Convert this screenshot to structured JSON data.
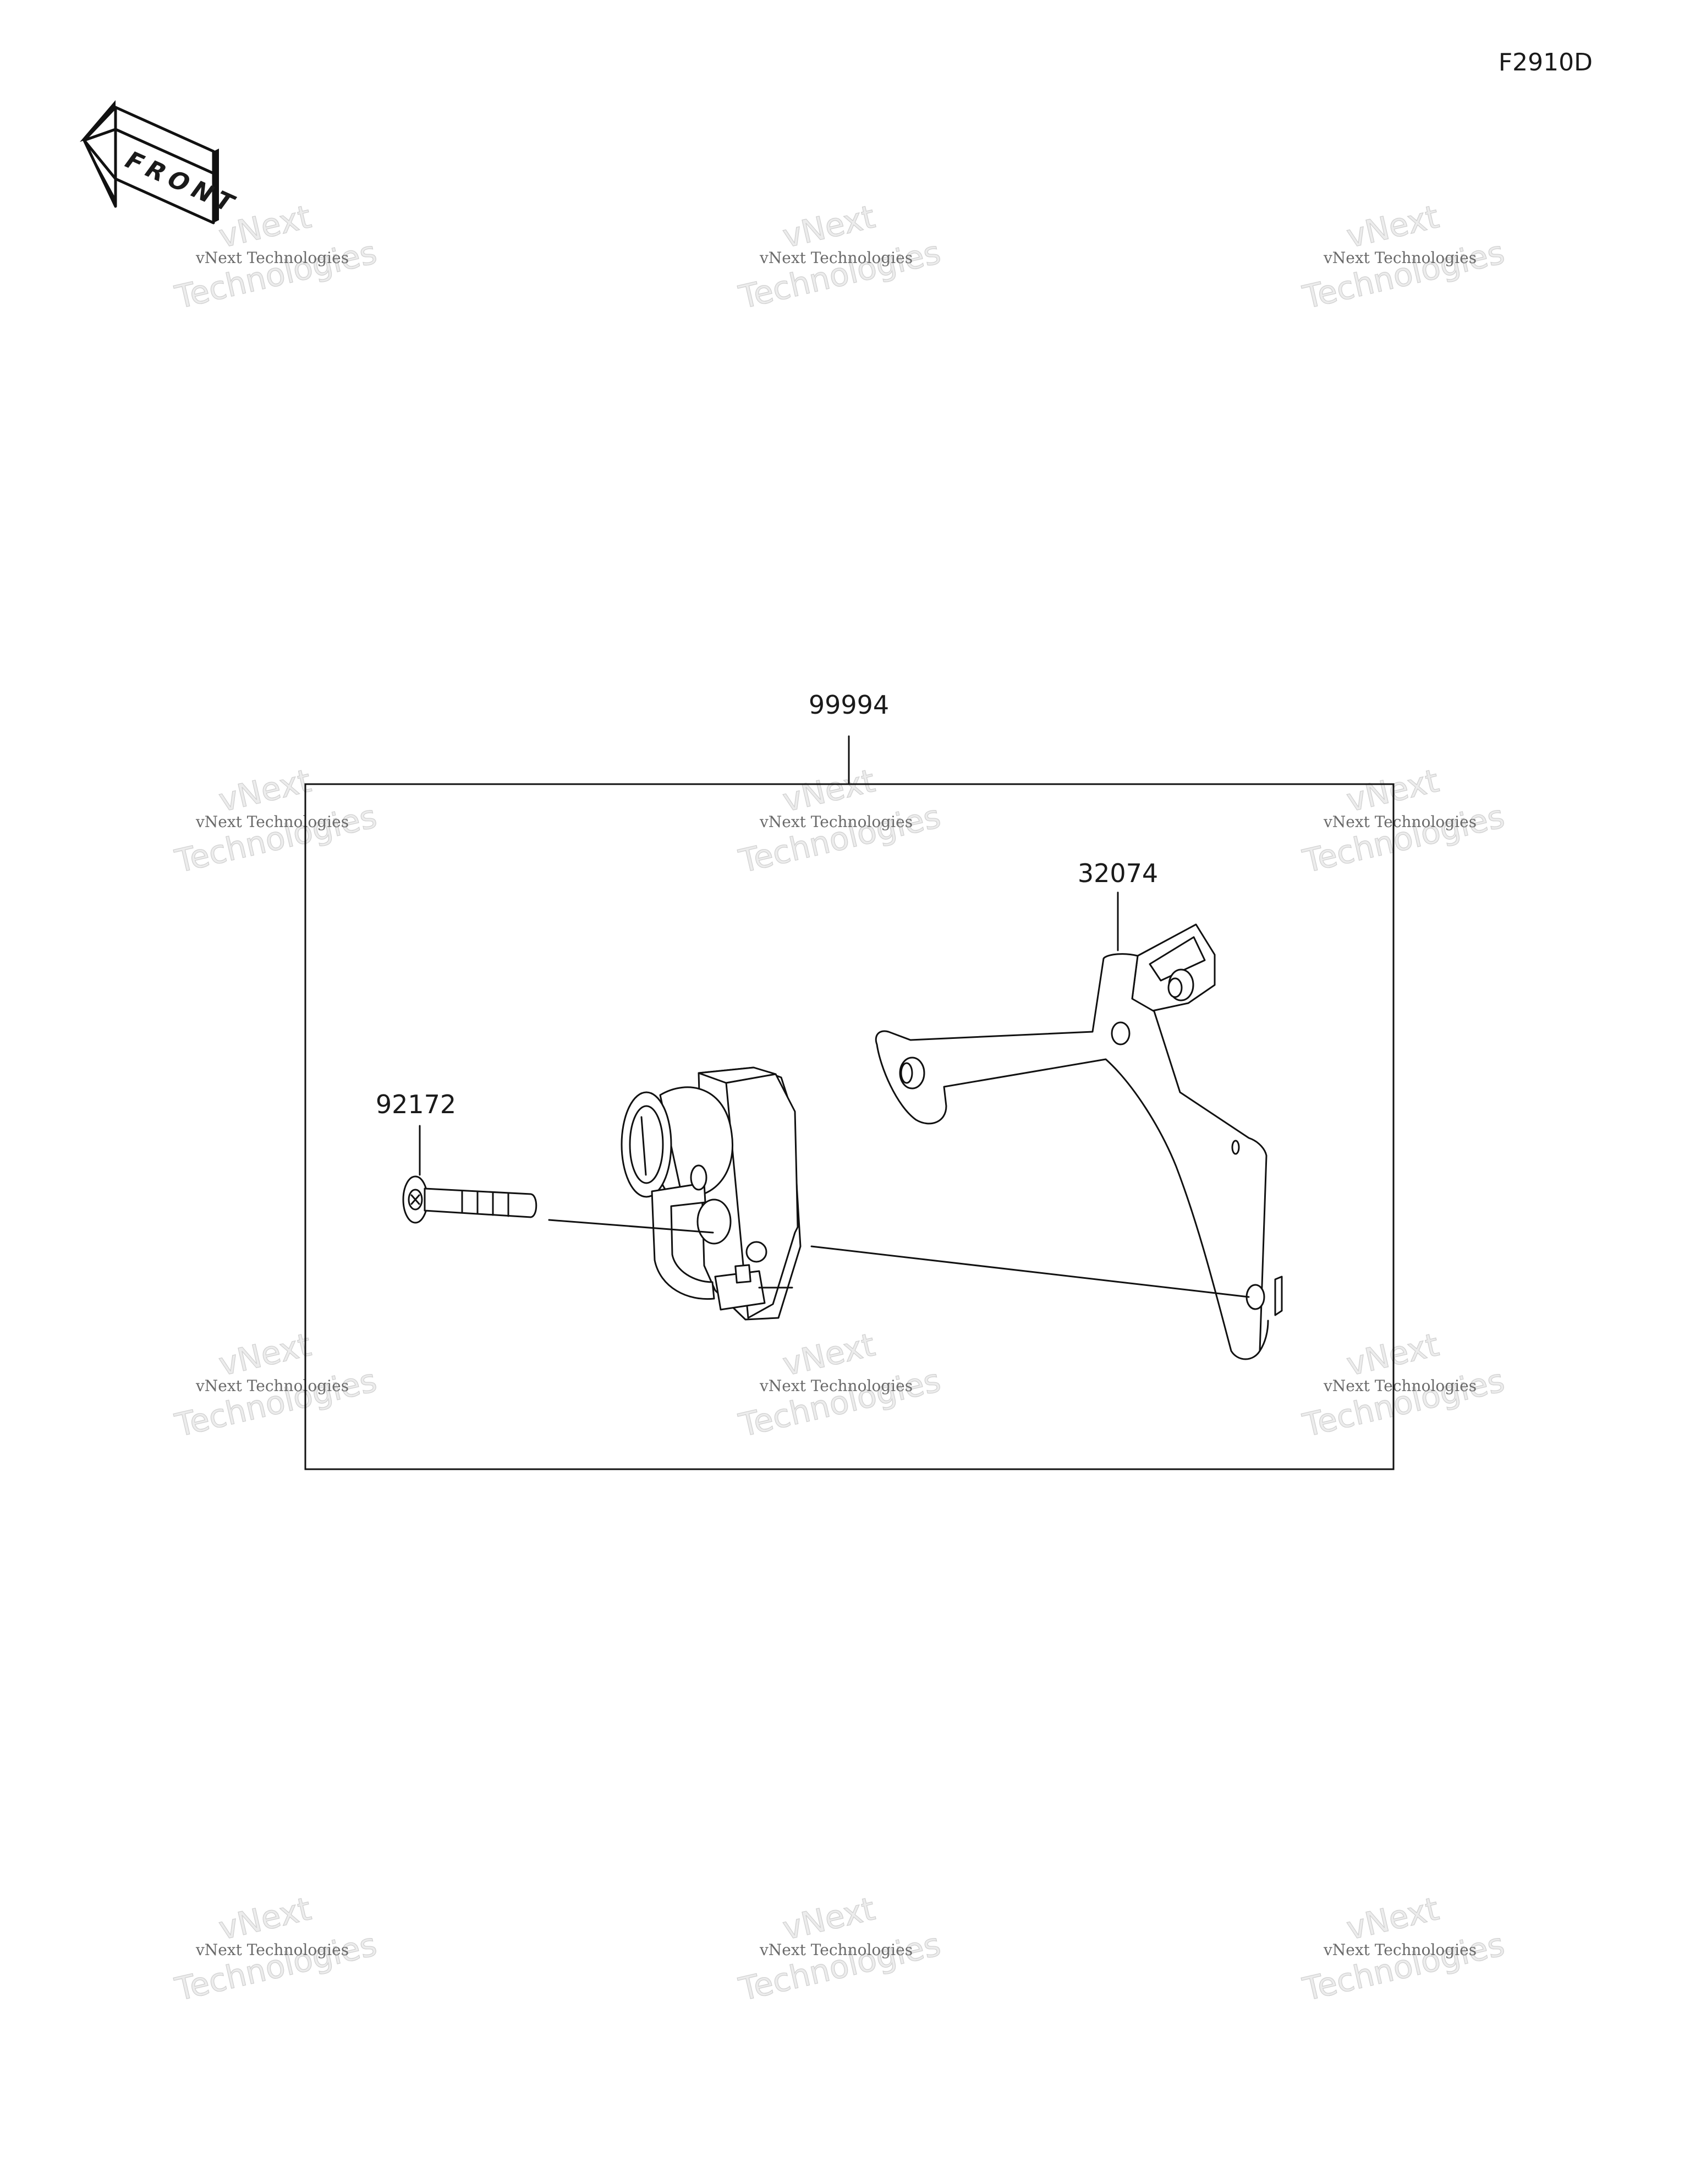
{
  "diagram": {
    "code": "F2910D",
    "front_arrow_label": "FRONT",
    "parts": {
      "kit": "99994",
      "bracket": "32074",
      "screw": "92172"
    }
  },
  "watermark": {
    "line1": "vNext Technologies",
    "line2": "Technologies",
    "line3": "vNext"
  }
}
